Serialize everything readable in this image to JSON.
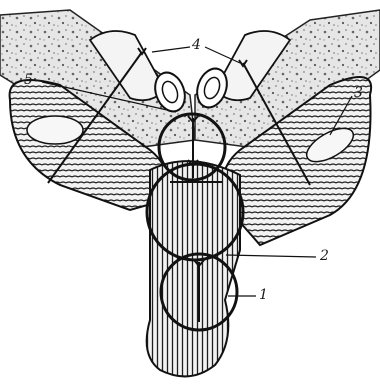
{
  "figure": {
    "labels": {
      "l1": "1",
      "l2": "2",
      "l3": "3",
      "l4": "4",
      "l5": "5"
    },
    "colors": {
      "paper": "#ffffff",
      "ink": "#1a1a1a",
      "tissue": "#d8d8d8",
      "lamella": "#2b2b2b"
    }
  }
}
